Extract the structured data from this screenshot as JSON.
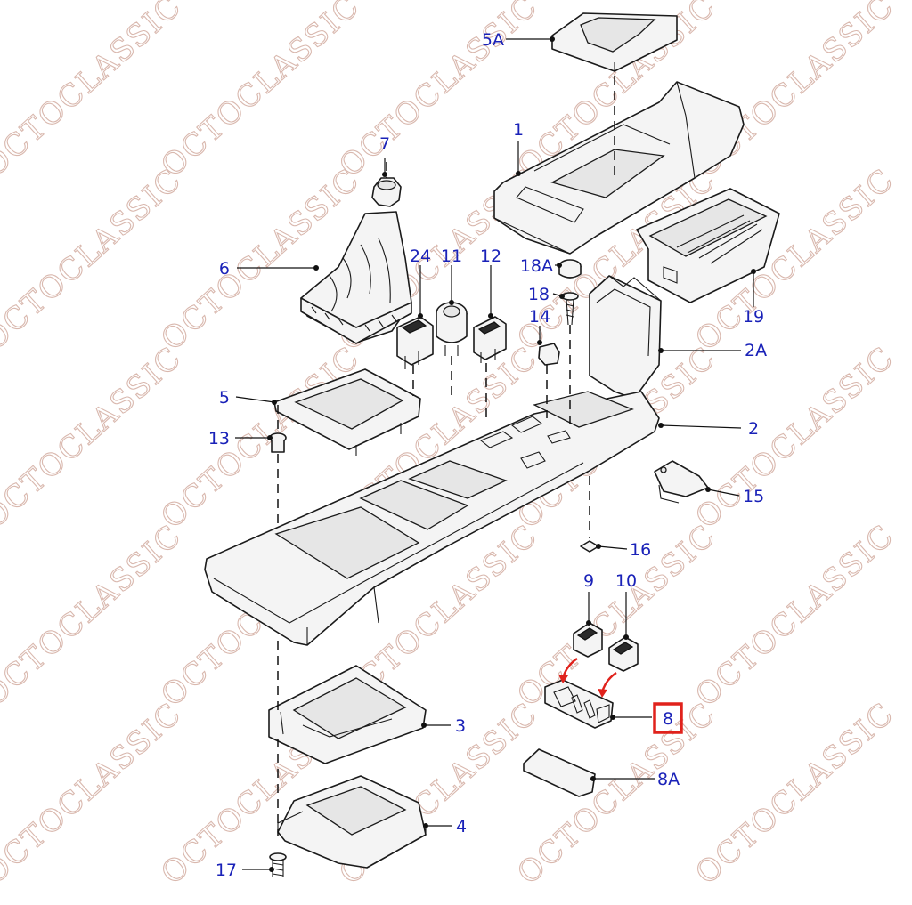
{
  "watermark": {
    "text": "OCTOCLASSIC",
    "color": "#d9b8ae"
  },
  "colors": {
    "callout": "#1a22b8",
    "highlight": "#e0221c",
    "line": "#1b1b1b"
  },
  "highlighted_part": "8",
  "callouts": [
    {
      "id": "5A",
      "label": "5A"
    },
    {
      "id": "1",
      "label": "1"
    },
    {
      "id": "7",
      "label": "7"
    },
    {
      "id": "6",
      "label": "6"
    },
    {
      "id": "24",
      "label": "24"
    },
    {
      "id": "11",
      "label": "11"
    },
    {
      "id": "12",
      "label": "12"
    },
    {
      "id": "18A",
      "label": "18A"
    },
    {
      "id": "18",
      "label": "18"
    },
    {
      "id": "14",
      "label": "14"
    },
    {
      "id": "19",
      "label": "19"
    },
    {
      "id": "2A",
      "label": "2A"
    },
    {
      "id": "5",
      "label": "5"
    },
    {
      "id": "13",
      "label": "13"
    },
    {
      "id": "2",
      "label": "2"
    },
    {
      "id": "15",
      "label": "15"
    },
    {
      "id": "16",
      "label": "16"
    },
    {
      "id": "9",
      "label": "9"
    },
    {
      "id": "10",
      "label": "10"
    },
    {
      "id": "3",
      "label": "3"
    },
    {
      "id": "8",
      "label": "8"
    },
    {
      "id": "8A",
      "label": "8A"
    },
    {
      "id": "4",
      "label": "4"
    },
    {
      "id": "17",
      "label": "17"
    }
  ]
}
